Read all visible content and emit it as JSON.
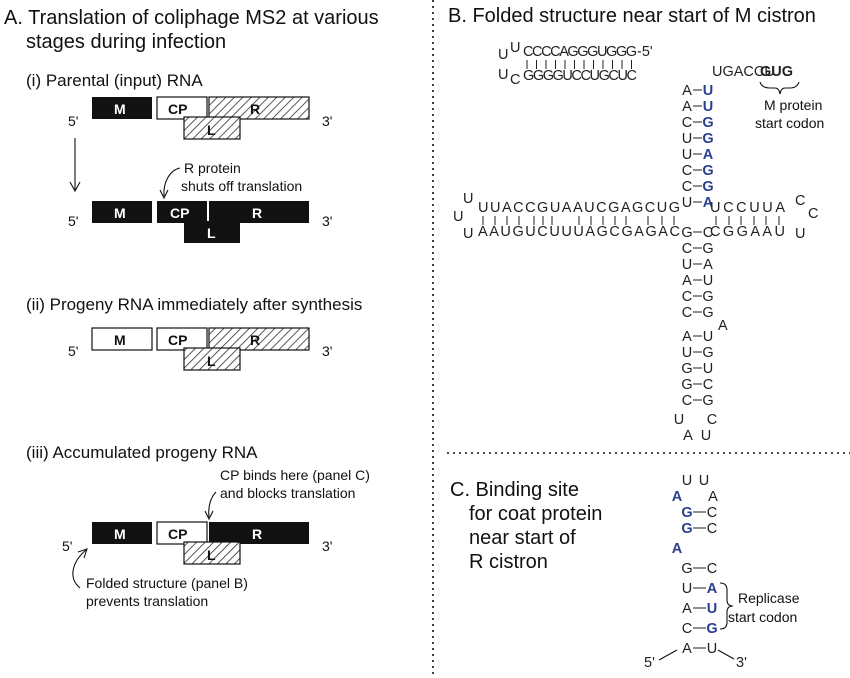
{
  "panelA": {
    "title_line1": "A. Translation of coliphage MS2 at various",
    "title_line2": "stages during infection",
    "stage1_title": "(i) Parental (input) RNA",
    "stage2_title": "(ii) Progeny RNA immediately after synthesis",
    "stage3_title": "(iii) Accumulated progeny RNA",
    "end5": "5'",
    "end3": "3'",
    "gene_M": "M",
    "gene_CP": "CP",
    "gene_R": "R",
    "gene_L": "L",
    "rprotein_line1": "R protein",
    "rprotein_line2": "shuts off translation",
    "cpbinds_line1": "CP binds here (panel C)",
    "cpbinds_line2": "and blocks translation",
    "folded_line1": "Folded structure (panel B)",
    "folded_line2": "prevents translation"
  },
  "panelB": {
    "title": "B. Folded structure near start of M cistron",
    "top_strand": "CCCCAGGGUGGG",
    "top_end": "-5'",
    "bottom_strand": "GGGGUCCUGCUC",
    "tail": "UGACCU",
    "start_codon": "GUG",
    "mprotein_line1": "M protein",
    "mprotein_line2": "start codon",
    "loop_top": "U",
    "loop_top2": "U",
    "loop_bot": "U",
    "loop_bot2": "C",
    "stem1_left": [
      "A",
      "A",
      "C",
      "U",
      "U",
      "C",
      "C",
      "U"
    ],
    "stem1_right": [
      "U",
      "U",
      "G",
      "G",
      "A",
      "G",
      "G",
      "A"
    ],
    "left_top": "UUACCGUAAUCGAGCUG",
    "left_bottom": "AAUGUCUUUAGCGAGAC",
    "left_loop1": "U",
    "left_loop2": "U",
    "left_loop3": "U",
    "right_top": "UCCUUA",
    "right_bottom": "CGGAAU",
    "right_loop1": "C",
    "right_loop2": "C",
    "right_loop3": "U",
    "lower_left": [
      "G",
      "C",
      "U",
      "A",
      "C",
      "C"
    ],
    "lower_right": [
      "C",
      "G",
      "A",
      "U",
      "G",
      "G"
    ],
    "bulge": "A",
    "tip_left": [
      "A",
      "U",
      "G",
      "G",
      "C"
    ],
    "tip_right": [
      "U",
      "G",
      "U",
      "C",
      "G"
    ],
    "tip_loop": [
      "U",
      "C",
      "A",
      "U"
    ]
  },
  "panelC": {
    "title_line1": "C. Binding site",
    "title_line2": "for coat protein",
    "title_line3": "near start of",
    "title_line4": "R cistron",
    "loop": [
      "U",
      "U"
    ],
    "left": [
      "A",
      "G",
      "G",
      "A",
      "G",
      "U",
      "A",
      "C",
      "A"
    ],
    "right": [
      "A",
      "C",
      "C",
      "C",
      "A",
      "U",
      "G",
      "U"
    ],
    "end5": "5'",
    "end3": "3'",
    "replicase_line1": "Replicase",
    "replicase_line2": "start codon"
  },
  "colors": {
    "black": "#111111",
    "blue": "#2a3f8f",
    "hatch": "#555555"
  }
}
